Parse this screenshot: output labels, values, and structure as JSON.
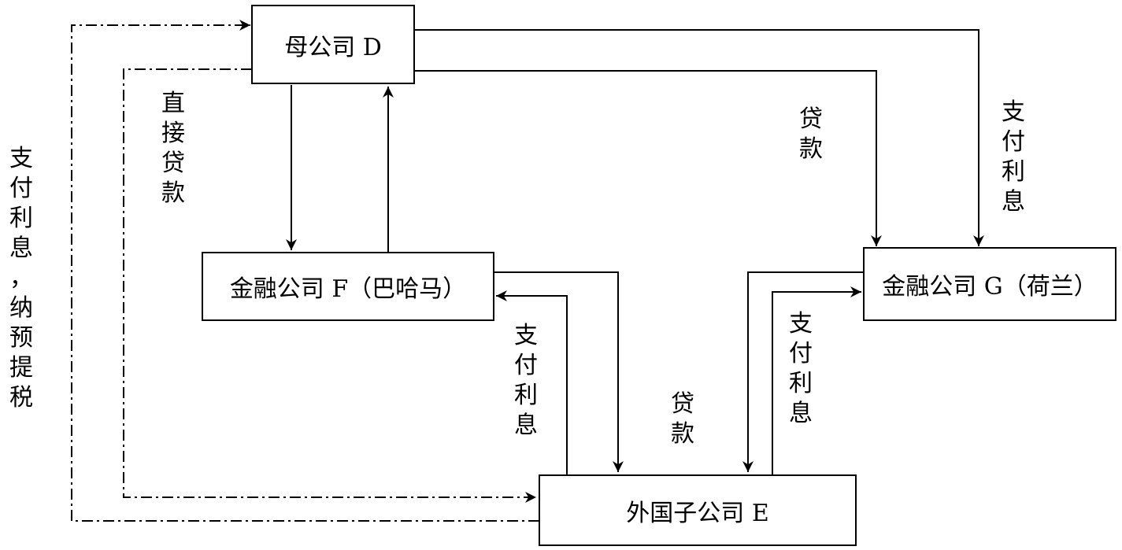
{
  "nodes": {
    "parent_d": "母公司 D",
    "finance_f": "金融公司 F（巴哈马）",
    "finance_g": "金融公司 G（荷兰）",
    "subsidiary_e": "外国子公司 E"
  },
  "labels": {
    "left_dashdot": "支\n付\n利\n息\n，\n纳\n预\n提\n税",
    "direct_loan": "直\n接\n贷\n款",
    "loan_d_to_g": "贷\n款",
    "pay_interest_g_to_d": "支\n付\n利\n息",
    "pay_interest_e_to_f": "支\n付\n利\n息",
    "loan_f_to_e": "贷\n款",
    "pay_interest_e_to_g": "支\n付\n利\n息"
  },
  "colors": {
    "line": "#000000",
    "background": "#ffffff"
  }
}
